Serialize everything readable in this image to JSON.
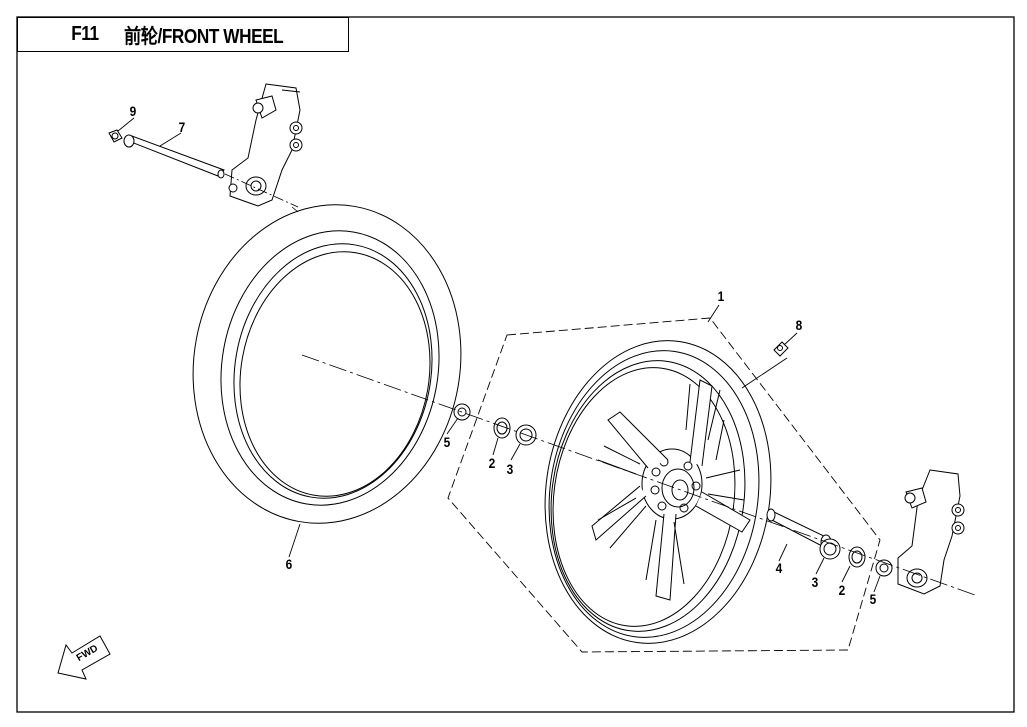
{
  "header": {
    "code": "F11",
    "title": "前轮/FRONT WHEEL"
  },
  "callouts": [
    {
      "id": "callout-1",
      "number": "1"
    },
    {
      "id": "callout-2-left",
      "number": "2"
    },
    {
      "id": "callout-3-left",
      "number": "3"
    },
    {
      "id": "callout-5-left",
      "number": "5"
    },
    {
      "id": "callout-6",
      "number": "6"
    },
    {
      "id": "callout-7",
      "number": "7"
    },
    {
      "id": "callout-8",
      "number": "8"
    },
    {
      "id": "callout-9",
      "number": "9"
    },
    {
      "id": "callout-4",
      "number": "4"
    },
    {
      "id": "callout-3-right",
      "number": "3"
    },
    {
      "id": "callout-2-right",
      "number": "2"
    },
    {
      "id": "callout-5-right",
      "number": "5"
    }
  ],
  "direction_marker": {
    "label": "FWD",
    "icon": "fwd-arrow-icon"
  },
  "colors": {
    "line": "#000000",
    "background": "#ffffff"
  }
}
